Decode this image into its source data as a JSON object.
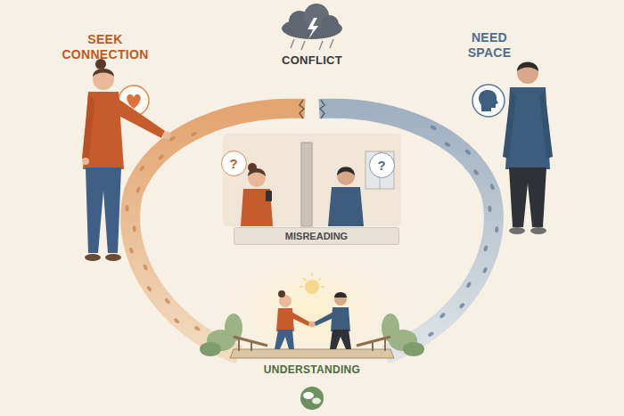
{
  "diagram": {
    "nodes": [
      {
        "text": [
          "?"
        ]
      },
      {
        "text": [
          "?"
        ]
      },
      {
        "text": [
          "MISREADING"
        ]
      }
    ],
    "labels": [
      "SEEK CONNECTION",
      "CONFLICT",
      "NEED SPACE",
      "UNDERSTANDING"
    ]
  }
}
